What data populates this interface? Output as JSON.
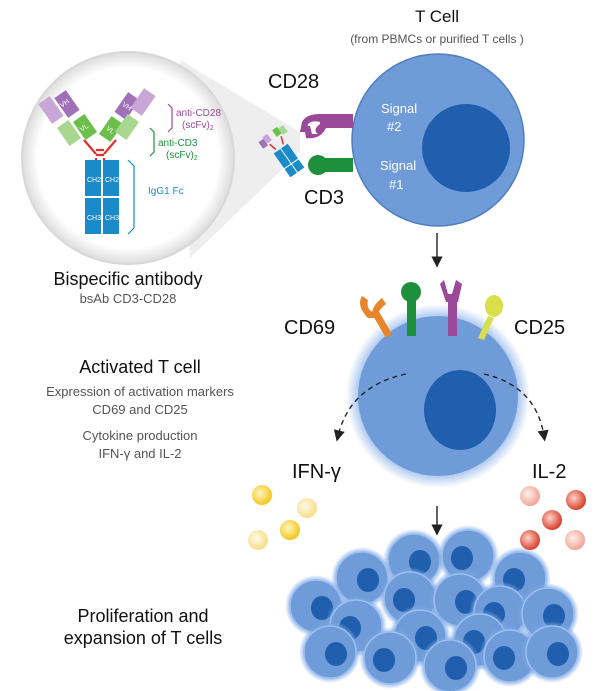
{
  "tcell": {
    "title": "T Cell",
    "subtitle": "(from PBMCs or purified T cells )",
    "cd28": "CD28",
    "cd3": "CD3",
    "signal2_line1": "Signal",
    "signal2_line2": "#2",
    "signal1_line1": "Signal",
    "signal1_line2": "#1"
  },
  "antibody": {
    "vh": "VH",
    "vl": "VL",
    "ch2": "CH2",
    "ch3": "CH3",
    "anti_cd28_line1": "anti-CD28",
    "anti_cd28_line2": "(scFv)",
    "anti_cd3_line1": "anti-CD3",
    "anti_cd3_line2": "(scFv)",
    "subscript": "2",
    "fc_label": "IgG1 Fc",
    "title": "Bispecific antibody",
    "subtitle": "bsAb CD3-CD28"
  },
  "activated": {
    "cd69": "CD69",
    "cd25": "CD25",
    "heading": "Activated T cell",
    "line1": "Expression of activation markers",
    "line2": "CD69 and CD25",
    "line3": "Cytokine production",
    "line4": "IFN-γ and IL-2",
    "ifng": "IFN-γ",
    "il2": "IL-2"
  },
  "proliferation": {
    "line1": "Proliferation and",
    "line2": "expansion of T cells"
  },
  "colors": {
    "cell_fill": "#6f9bd8",
    "nucleus": "#1f5fae",
    "cd28": "#9a4a98",
    "cd3": "#1e8f3a",
    "cd69": "#e8842a",
    "cd25": "#d8df4a",
    "vh_purple": "#a070b8",
    "vl_green": "#6cbf4a",
    "fc_blue": "#1a8ac8",
    "hinge": "#e03030",
    "ifng_dot": "#f5c51e",
    "il2_dot": "#e0503a"
  }
}
